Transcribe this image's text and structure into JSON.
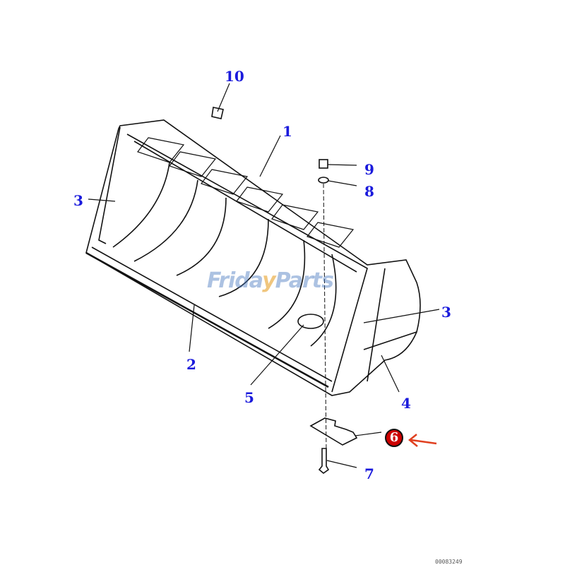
{
  "diagram": {
    "callouts": [
      {
        "number": "1"
      },
      {
        "number": "2"
      },
      {
        "number": "3"
      },
      {
        "number": "3"
      },
      {
        "number": "4"
      },
      {
        "number": "5"
      },
      {
        "number": "6",
        "highlighted": true
      },
      {
        "number": "7"
      },
      {
        "number": "8"
      },
      {
        "number": "9"
      },
      {
        "number": "10"
      }
    ],
    "watermark": {
      "part1": "Frida",
      "part2": "y",
      "part3": "Parts"
    },
    "drawing_code": "00083249",
    "colors": {
      "label": "#1a1adc",
      "highlight": "#cc0000",
      "arrow": "#e04020"
    }
  }
}
